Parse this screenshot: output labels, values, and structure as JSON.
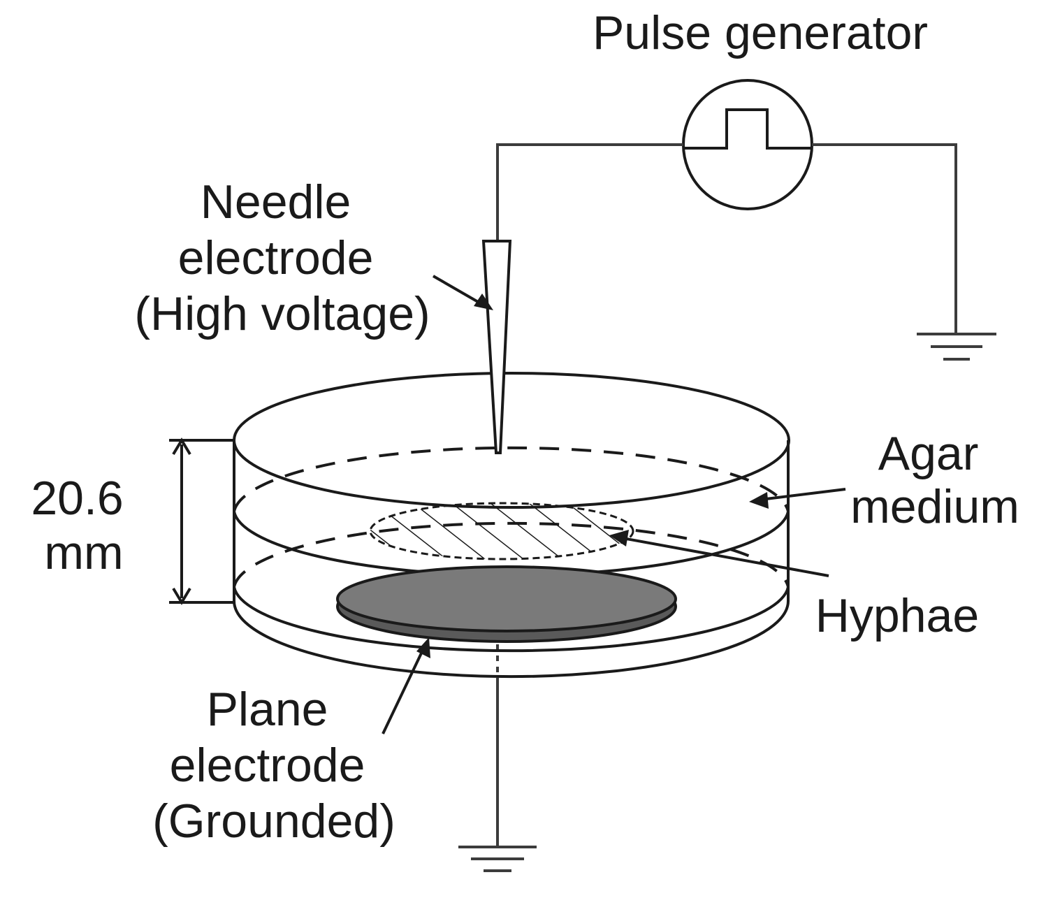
{
  "labels": {
    "pulse_generator": "Pulse generator",
    "needle_electrode": [
      "Needle",
      "electrode",
      "(High voltage)"
    ],
    "agar_medium": [
      "Agar",
      "medium"
    ],
    "thickness": [
      "20.6",
      "mm"
    ],
    "hyphae": "Hyphae",
    "plane_electrode": [
      "Plane",
      "electrode",
      "(Grounded)"
    ]
  },
  "colors": {
    "line": "#1a1a1a",
    "wire": "#3c3c3c",
    "plane_electrode_fill": "#6e6e6e",
    "background": "#ffffff"
  }
}
